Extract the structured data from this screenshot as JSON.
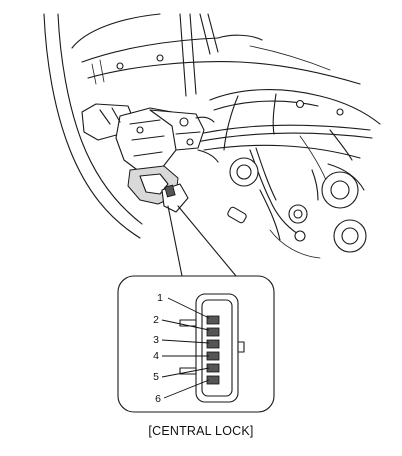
{
  "caption": "[CENTRAL LOCK]",
  "connector": {
    "pins": [
      {
        "label": "1"
      },
      {
        "label": "2"
      },
      {
        "label": "3"
      },
      {
        "label": "4"
      },
      {
        "label": "5"
      },
      {
        "label": "6"
      }
    ]
  }
}
